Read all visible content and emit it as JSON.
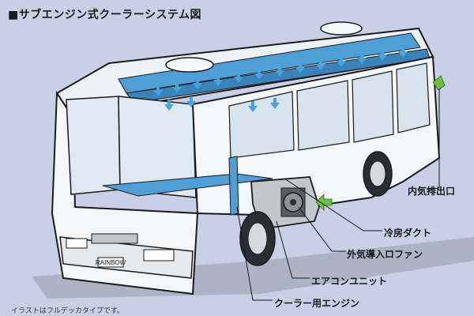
{
  "title": "■サブエンジン式クーラーシステム図",
  "bus_plate": "RAINBOW",
  "callouts": {
    "exhaust": "内気排出口",
    "duct": "冷房ダクト",
    "intake_fan": "外気導入ロファン",
    "ac_unit": "エアコンユニット",
    "engine": "クーラー用エンジン"
  },
  "caption": "イラストはフルデッカタイプです。",
  "colors": {
    "background": "#c9cfe6",
    "duct_blue": "#4f9fd6",
    "airflow_arrow": "#46a3df",
    "intake_arrow": "#69c241",
    "line": "#1b1b1b"
  }
}
